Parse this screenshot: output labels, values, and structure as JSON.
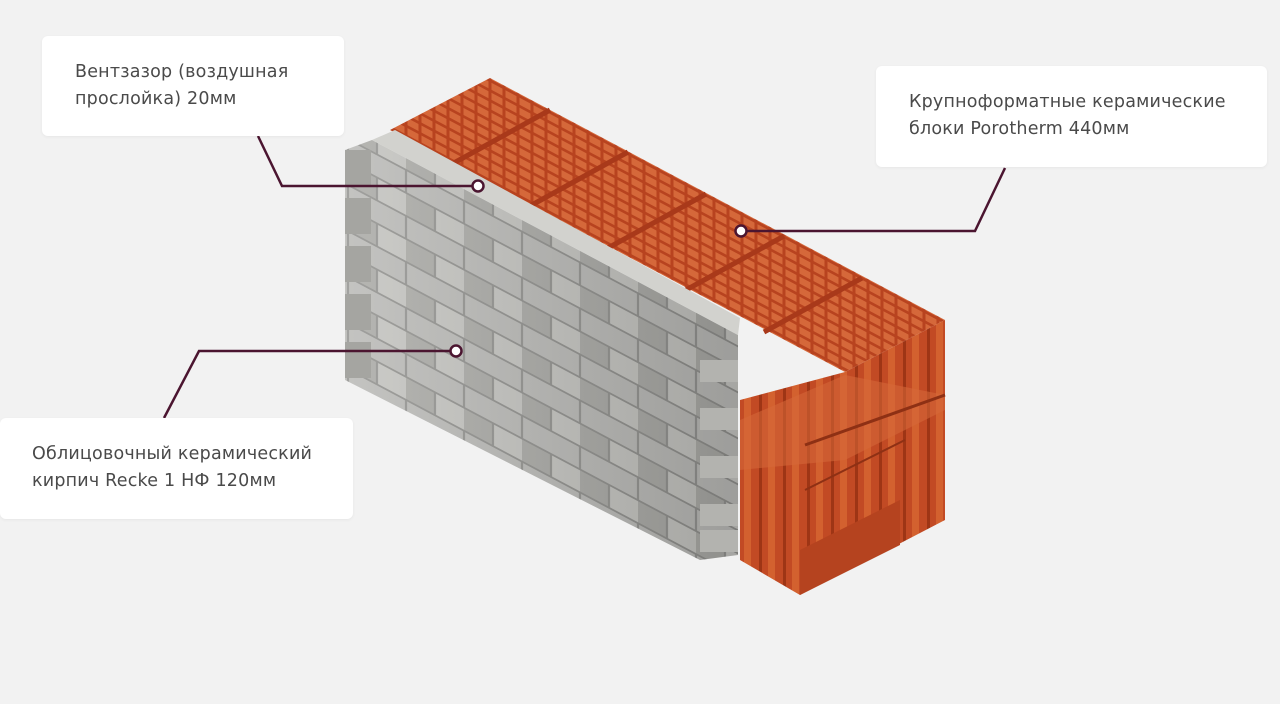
{
  "callouts": {
    "air_gap": {
      "line1": "Вентзазор (воздушная",
      "line2": "прослойка) 20мм"
    },
    "ceramic_blocks": {
      "line1": "Крупноформатные керамические",
      "line2": "блоки Porotherm 440мм"
    },
    "facing_brick": {
      "line1": "Облицовочный керамический",
      "line2": "кирпич Recke 1 НФ 120мм"
    }
  },
  "colors": {
    "background": "#f2f2f2",
    "card": "#ffffff",
    "text": "#4a4a4a",
    "leader_line": "#4b1530",
    "ceramic_block": "#c4502b",
    "facing_brick": "#b9b9b6"
  }
}
